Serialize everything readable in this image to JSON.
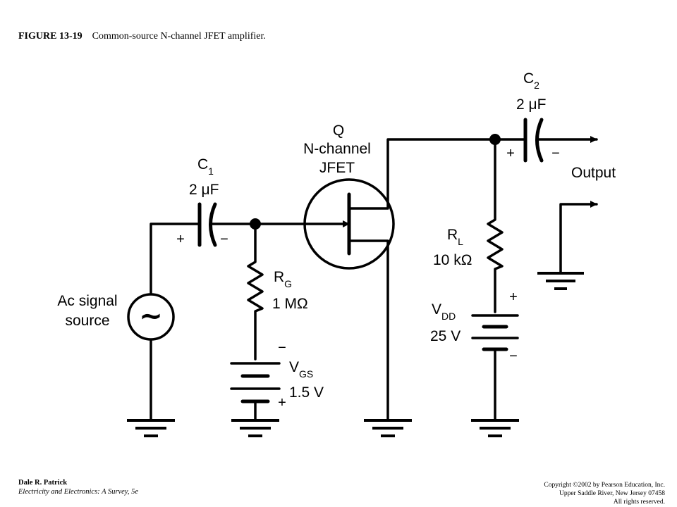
{
  "caption": {
    "figure": "FIGURE 13-19",
    "title": "Common-source N-channel JFET amplifier."
  },
  "components": {
    "q": {
      "ref": "Q",
      "type_line1": "N-channel",
      "type_line2": "JFET"
    },
    "c1": {
      "ref": "C",
      "sub": "1",
      "value": "2 μF"
    },
    "c2": {
      "ref": "C",
      "sub": "2",
      "value": "2 μF"
    },
    "rg": {
      "ref": "R",
      "sub": "G",
      "value": "1 MΩ"
    },
    "rl": {
      "ref": "R",
      "sub": "L",
      "value": "10 kΩ"
    },
    "vgs": {
      "ref": "V",
      "sub": "GS",
      "value": "1.5 V"
    },
    "vdd": {
      "ref": "V",
      "sub": "DD",
      "value": "25 V"
    },
    "source": {
      "line1": "Ac signal",
      "line2": "source",
      "symbol": "~"
    },
    "output": {
      "label": "Output"
    }
  },
  "polarity": {
    "plus": "+",
    "minus": "−"
  },
  "footer": {
    "author": "Dale R. Patrick",
    "book": "Electricity and Electronics:  A Survey, 5e",
    "copyright_line1": "Copyright ©2002 by Pearson Education, Inc.",
    "copyright_line2": "Upper Saddle River, New Jersey 07458",
    "copyright_line3": "All rights reserved."
  }
}
